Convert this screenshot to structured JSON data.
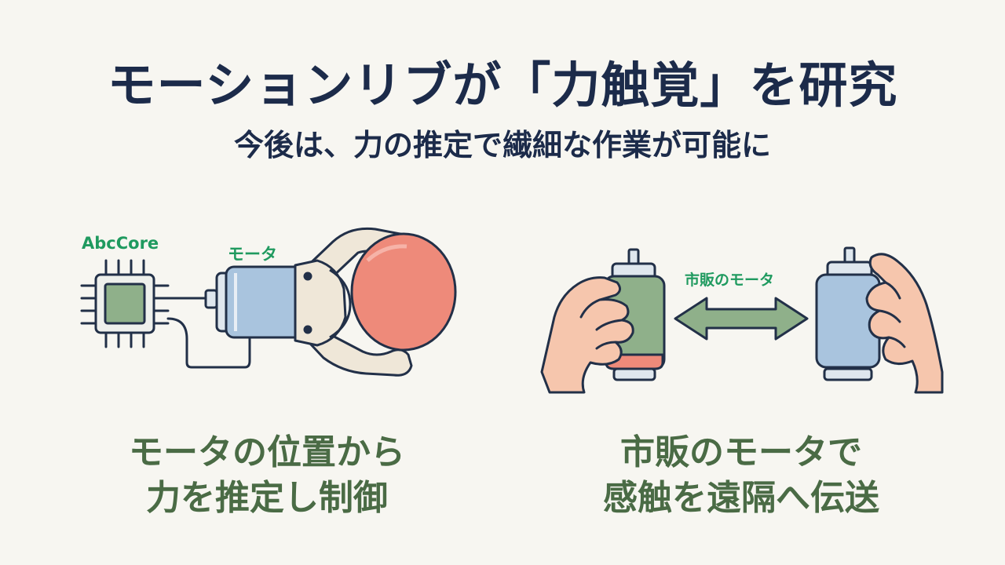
{
  "title": "モーションリブが「力触覚」を研究",
  "subtitle": "今後は、力の推定で繊細な作業が可能に",
  "left_panel": {
    "chip_label": "AbcCore",
    "motor_label": "モータ",
    "caption_line1": "モータの位置から",
    "caption_line2": "力を推定し制御"
  },
  "right_panel": {
    "motor_label": "市販のモータ",
    "caption_line1": "市販のモータで",
    "caption_line2": "感触を遠隔へ伝送"
  },
  "colors": {
    "title": "#1c2b4a",
    "green_label": "#1f9a5f",
    "caption": "#4a6b45",
    "motor_blue": "#a9c4de",
    "chip_green": "#8fb08a",
    "ball_red": "#ee8a7a",
    "skin": "#f6c6ad"
  }
}
